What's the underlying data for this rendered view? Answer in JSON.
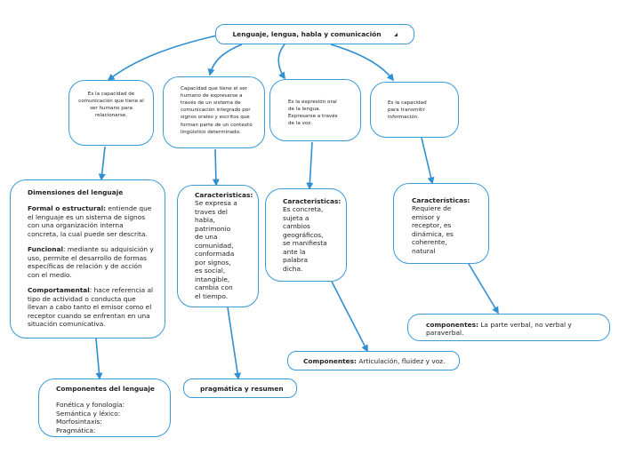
{
  "root": {
    "title": "Lenguaje, lengua, habla y comunicación"
  },
  "lenguaje": {
    "definition": "Es la capacidad de comunicación que tiene el ser humano para relacionarse.",
    "dimensions_title": "Dimensiones del lenguaje",
    "formal_term": "Formal o estructural:",
    "formal_text": " entiende que el lenguaje es un sistema de signos con una organización interna concreta, la cual puede ser descrita.",
    "funcional_term": "Funcional",
    "funcional_text": ": mediante su adquisición y uso, permite el desarrollo de formas específicas de relación y de acción con el medio.",
    "comportamental_term": "Comportamental",
    "comportamental_text": ": hace referencia al tipo de actividad o conducta que llevan a cabo tanto el emisor como el receptor cuando se enfrentan en una situación comunicativa.",
    "components_title": "Componentes del lenguaje",
    "components": [
      "Fonética y fonología:",
      "Semántica y léxico:",
      "Morfosintaxis:",
      "Pragmática:"
    ]
  },
  "lengua": {
    "definition": "Capacidad que tiene el ser humano de expresarse a través de un sistema de comunicación integrado por signos orales y escritos que forman parte de un contexto lingüístico determinado.",
    "char_term": "Caracteristicas:",
    "char_text": " Se expresa a traves del habla, patrimonio de una comunidad, conformada por signos, es social, intangible, cambia con el tiempo.",
    "extra": "pragmática y resumen"
  },
  "habla": {
    "definition": "Es la expresión oral de la lengua. Expresarse a través de la voz.",
    "char_term": "Caracteristicas:",
    "char_text": " Es concreta, sujeta a cambios geográficos, se manifiesta ante la palabra dicha.",
    "components_term": "Componentes:",
    "components_text": " Articulación, fluidez y voz."
  },
  "comunicacion": {
    "definition": "Es la capacidad para transmitir información.",
    "char_term": "Características:",
    "char_text": " Requiere de emisor y receptor, es dinámica, es coherente, natural",
    "components_term": "componentes:",
    "components_text": " La parte verbal, no verbal y paraverbal."
  },
  "colors": {
    "line": "#2f8fd0",
    "border": "#3a9ad9"
  }
}
